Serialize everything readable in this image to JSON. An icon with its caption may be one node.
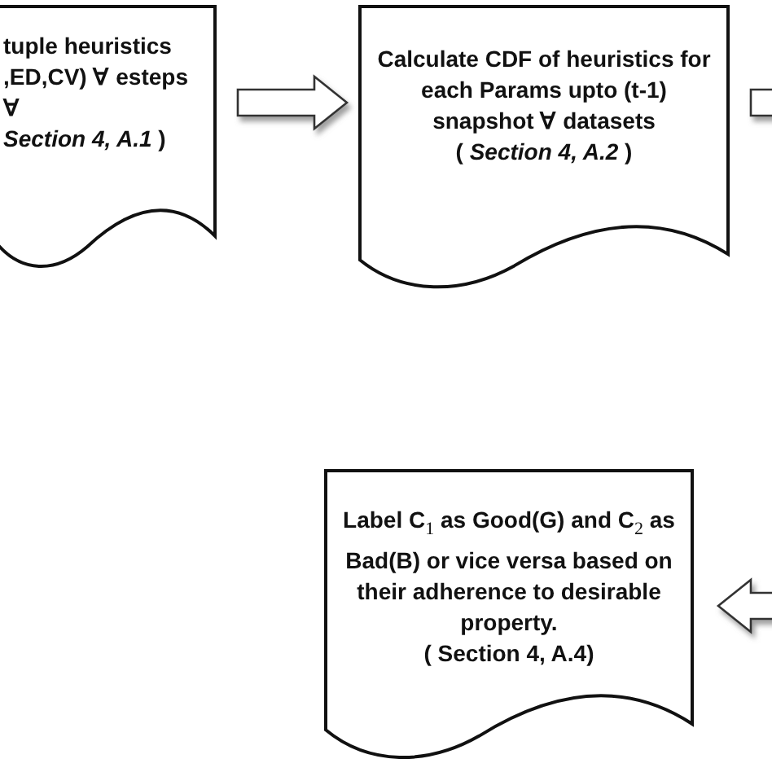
{
  "diagram": {
    "nodes": [
      {
        "text": [
          "tuple heuristics ,ED,CV) ∀ esteps ∀",
          "*Section 4, A.1* )"
        ]
      },
      {
        "text": [
          "Calculate CDF of heuristics for each Params upto (t-1) snapshot ∀ datasets",
          "( *Section 4, A.2* )"
        ]
      },
      {
        "text": [
          "Label C$_{1}$ as Good(G) and C$_{2}$ as Bad(B) or vice versa based on their adherence to desirable property.",
          "( Section 4, A.4)"
        ]
      }
    ],
    "edges": [
      {
        "from": 0,
        "to": 1,
        "arrow": "to"
      },
      {
        "from": 1,
        "to": null,
        "arrow": "to"
      },
      {
        "from": null,
        "to": 2,
        "arrow": "to"
      }
    ]
  }
}
